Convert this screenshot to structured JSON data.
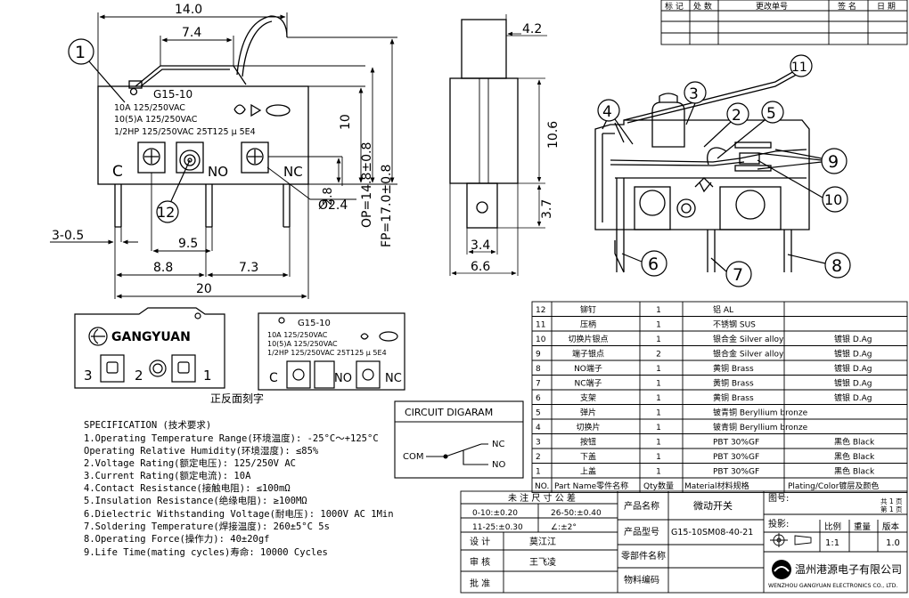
{
  "front": {
    "model": "G15-10",
    "rating1": "10A 125/250VAC",
    "rating2": "10(5)A 125/250VAC",
    "rating3": "1/2HP 125/250VAC 25T125 μ 5E4",
    "term_c": "C",
    "term_no": "NO",
    "term_nc": "NC",
    "dim_14": "14.0",
    "dim_7_4": "7.4",
    "dim_10": "10",
    "dim_op": "OP=14.8±0.8",
    "dim_fp": "FP=17.0±0.8",
    "dim_2_8": "2.8",
    "dim_hole": "Ø2.4",
    "dim_3_05": "3-0.5",
    "dim_9_5": "9.5",
    "dim_8_8": "8.8",
    "dim_7_3": "7.3",
    "dim_20": "20"
  },
  "side": {
    "dim_4_2": "4.2",
    "dim_10_6": "10.6",
    "dim_3_7": "3.7",
    "dim_3_4": "3.4",
    "dim_6_6": "6.6"
  },
  "callouts": [
    "1",
    "2",
    "3",
    "4",
    "5",
    "6",
    "7",
    "8",
    "9",
    "10",
    "11",
    "12"
  ],
  "back_view": {
    "brand": "GANGYUAN",
    "t3": "3",
    "t2": "2",
    "t1": "1",
    "caption": "正反面刻字"
  },
  "circuit": {
    "title": "CIRCUIT DIGARAM",
    "com": "COM",
    "nc": "NC",
    "no": "NO"
  },
  "revision": {
    "headers": [
      "标 记",
      "处 数",
      "更改单号",
      "签 名",
      "日 期"
    ]
  },
  "spec": {
    "title": "SPECIFICATION (技术要求)",
    "lines": [
      "1.Operating Temperature Range(环境温度): -25°C～+125°C",
      "   Operating Relative Humidity(环境湿度): ≤85%",
      "2.Voltage Rating(额定电压): 125/250V AC",
      "3.Current Rating(额定电流): 10A",
      "4.Contact Resistance(接触电阻): ≤100mΩ",
      "5.Insulation Resistance(绝缘电阻): ≥100MΩ",
      "6.Dielectric Withstanding Voltage(耐电压): 1000V AC 1Min",
      "7.Soldering Temperature(焊接温度): 260±5°C 5s",
      "8.Operating Force(操作力): 40±20gf",
      "9.Life Time(mating cycles)寿命: 10000 Cycles"
    ]
  },
  "bom": {
    "rows": [
      [
        "12",
        "铆钉",
        "1",
        "铝 AL",
        ""
      ],
      [
        "11",
        "压柄",
        "1",
        "不锈钢 SUS",
        ""
      ],
      [
        "10",
        "切换片银点",
        "1",
        "银合金 Silver alloy",
        "镀银 D.Ag"
      ],
      [
        "9",
        "端子银点",
        "2",
        "银合金 Silver alloy",
        "镀银 D.Ag"
      ],
      [
        "8",
        "NO端子",
        "1",
        "黄铜 Brass",
        "镀银 D.Ag"
      ],
      [
        "7",
        "NC端子",
        "1",
        "黄铜 Brass",
        "镀银 D.Ag"
      ],
      [
        "6",
        "支架",
        "1",
        "黄铜 Brass",
        "镀银 D.Ag"
      ],
      [
        "5",
        "弹片",
        "1",
        "铍青铜 Beryllium bronze",
        ""
      ],
      [
        "4",
        "切换片",
        "1",
        "铍青铜 Beryllium bronze",
        ""
      ],
      [
        "3",
        "按钮",
        "1",
        "PBT 30%GF",
        "黑色 Black"
      ],
      [
        "2",
        "下盖",
        "1",
        "PBT 30%GF",
        "黑色 Black"
      ],
      [
        "1",
        "上盖",
        "1",
        "PBT 30%GF",
        "黑色 Black"
      ]
    ],
    "header": [
      "NO.",
      "Part Name零件名称",
      "Qty数量",
      "Material材料规格",
      "Plating/Color镀层及颜色"
    ]
  },
  "title_block": {
    "tol_title": "未 注 尺 寸 公 差",
    "tol1a": "0-10:±0.20",
    "tol1b": "26-50:±0.40",
    "tol2a": "11-25:±0.30",
    "tol2b": "∠:±2°",
    "design_l": "设 计",
    "design_v": "莫江江",
    "check_l": "审 核",
    "check_v": "王飞凌",
    "approve_l": "批 准",
    "pname_l": "产品名称",
    "pname_v": "微动开关",
    "pmodel_l": "产品型号",
    "pmodel_v": "G15-10SM08-40-21",
    "part_l": "零部件名称",
    "mat_l": "物料编码",
    "drawno_l": "图号:",
    "sheet1": "共 1 页",
    "sheet2": "第 1 页",
    "proj_l": "投影:",
    "scale_l": "比例",
    "scale_v": "1:1",
    "weight_l": "重量",
    "ver_l": "版本",
    "ver_v": "1.0",
    "company": "温州港源电子有限公司",
    "company_en": "WENZHOU GANGYUAN ELECTRONICS CO., LTD."
  }
}
